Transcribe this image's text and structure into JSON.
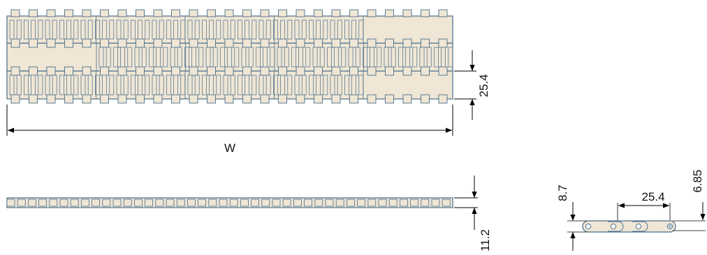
{
  "colors": {
    "belt_fill": "#efe6d5",
    "belt_stroke": "#4a6e8a",
    "dimension_line": "#000000"
  },
  "top_view": {
    "width_label": "W",
    "pitch_label": "25.4"
  },
  "side_view": {
    "thickness_label": "11.2"
  },
  "section_view": {
    "height_label": "8.7",
    "pitch_label": "25.4",
    "offset_label": "6.85"
  }
}
